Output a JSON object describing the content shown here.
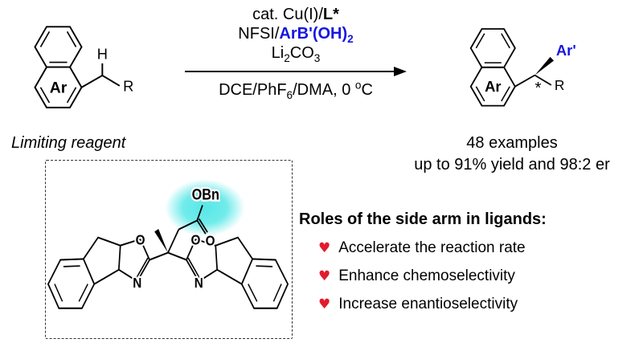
{
  "colors": {
    "accent_blue": "#1616e0",
    "heart_red": "#e21b2c",
    "highlight_cyan": "#4ee6e6",
    "bond_black": "#000000"
  },
  "reagent": {
    "aryl": "Ar",
    "h": "H",
    "r": "R",
    "caption": "Limiting reagent"
  },
  "conditions": {
    "line1_prefix": "cat. Cu(I)/",
    "line1_ligand": "L*",
    "line2_prefix": "NFSI/",
    "line2_boron": "ArB'(OH)",
    "line2_boron_sub": "2",
    "line3_p1": "Li",
    "line3_s1": "2",
    "line3_p2": "CO",
    "line3_s2": "3",
    "line4_p1": "DCE/PhF",
    "line4_s1": "6",
    "line4_p2": "/DMA, 0 ",
    "line4_sup": "o",
    "line4_p3": "C"
  },
  "product": {
    "aryl": "Ar",
    "ar_prime": "Ar'",
    "stereo": "*",
    "r": "R",
    "examples": "48 examples",
    "yield_er": "up to 91% yield and 98:2 er"
  },
  "ligand": {
    "obn": "OBn",
    "carbonyl_o": "O",
    "left_o": "O",
    "left_n": "N",
    "right_o": "O",
    "right_n": "N"
  },
  "roles": {
    "heading": "Roles of the side arm in ligands:",
    "bullet": "♥",
    "items": [
      "Accelerate the reaction rate",
      "Enhance chemoselectivity",
      "Increase enantioselectivity"
    ]
  }
}
